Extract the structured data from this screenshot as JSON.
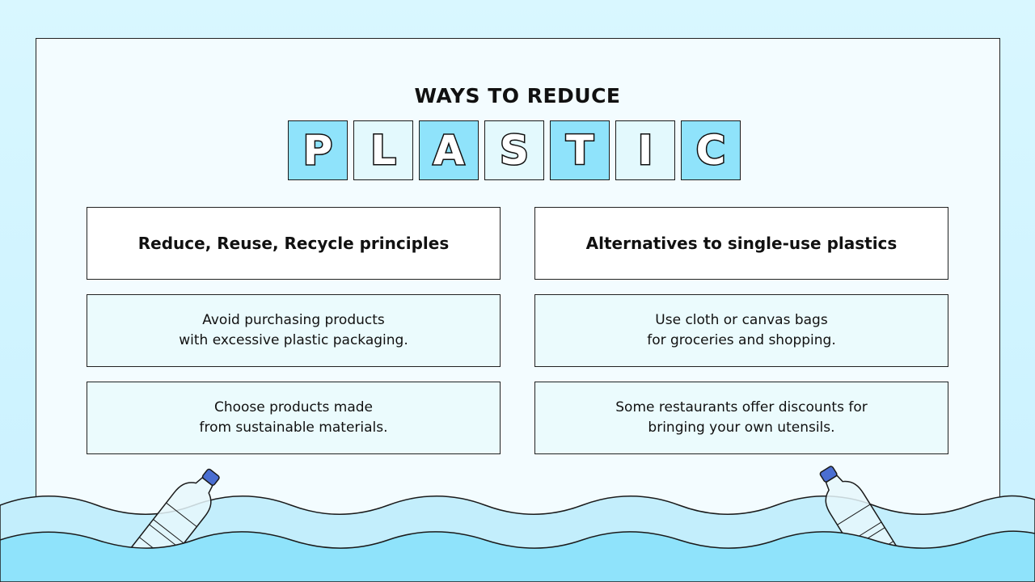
{
  "slide": {
    "title": "WAYS TO REDUCE",
    "word_letters": [
      "P",
      "L",
      "A",
      "S",
      "T",
      "I",
      "C"
    ],
    "columns": [
      {
        "heading": "Reduce, Reuse, Recycle principles",
        "items": [
          "Avoid purchasing products\nwith excessive plastic packaging.",
          "Choose products made\nfrom sustainable materials."
        ]
      },
      {
        "heading": "Alternatives to single-use plastics",
        "items": [
          "Use cloth or canvas bags\nfor groceries and shopping.",
          "Some restaurants offer discounts for\nbringing your own utensils."
        ]
      }
    ]
  },
  "colors": {
    "tile_blue": "#8fe3fb",
    "tile_light": "#e3f9fd",
    "water": "#8fe3fb",
    "bottle_cap": "#4a6ed1"
  },
  "icons": [
    "bottle-icon-left",
    "bottle-icon-right",
    "wave-decoration"
  ]
}
